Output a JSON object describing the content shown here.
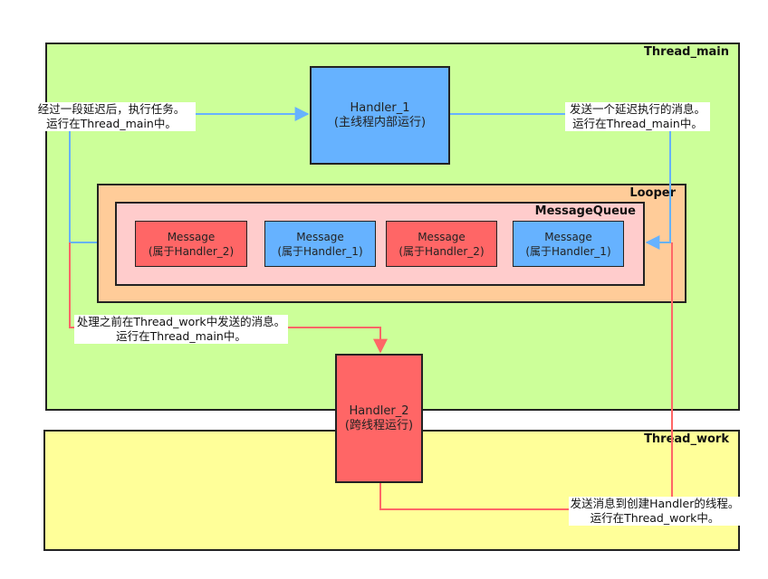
{
  "regions": {
    "thread_main": "Thread_main",
    "thread_work": "Thread_work",
    "looper": "Looper",
    "message_queue": "MessageQueue"
  },
  "handlers": {
    "handler1": {
      "name": "Handler_1",
      "desc": "(主线程内部运行)"
    },
    "handler2": {
      "name": "Handler_2",
      "desc": "(跨线程运行)"
    }
  },
  "messages": [
    {
      "label": "Message",
      "owner": "(属于Handler_2)",
      "color": "#ff6666"
    },
    {
      "label": "Message",
      "owner": "(属于Handler_1)",
      "color": "#66b2ff"
    },
    {
      "label": "Message",
      "owner": "(属于Handler_2)",
      "color": "#ff6666"
    },
    {
      "label": "Message",
      "owner": "(属于Handler_1)",
      "color": "#66b2ff"
    }
  ],
  "notes": {
    "delay_exec": {
      "line1": "经过一段延迟后，执行任务。",
      "line2": "运行在Thread_main中。"
    },
    "send_delay": {
      "line1": "发送一个延迟执行的消息。",
      "line2": "运行在Thread_main中。"
    },
    "process_work": {
      "line1": "处理之前在Thread_work中发送的消息。",
      "line2": "运行在Thread_main中。"
    },
    "send_to_creator": {
      "line1": "发送消息到创建Handler的线程。",
      "line2": "运行在Thread_work中。"
    }
  },
  "colors": {
    "thread_main_bg": "#ccff99",
    "thread_work_bg": "#ffff99",
    "looper_bg": "#ffcc99",
    "queue_bg": "#ffcccc",
    "handler1_bg": "#66b2ff",
    "handler2_bg": "#ff6666",
    "blue_arrow": "#66b2ff",
    "red_arrow": "#ff6666"
  }
}
